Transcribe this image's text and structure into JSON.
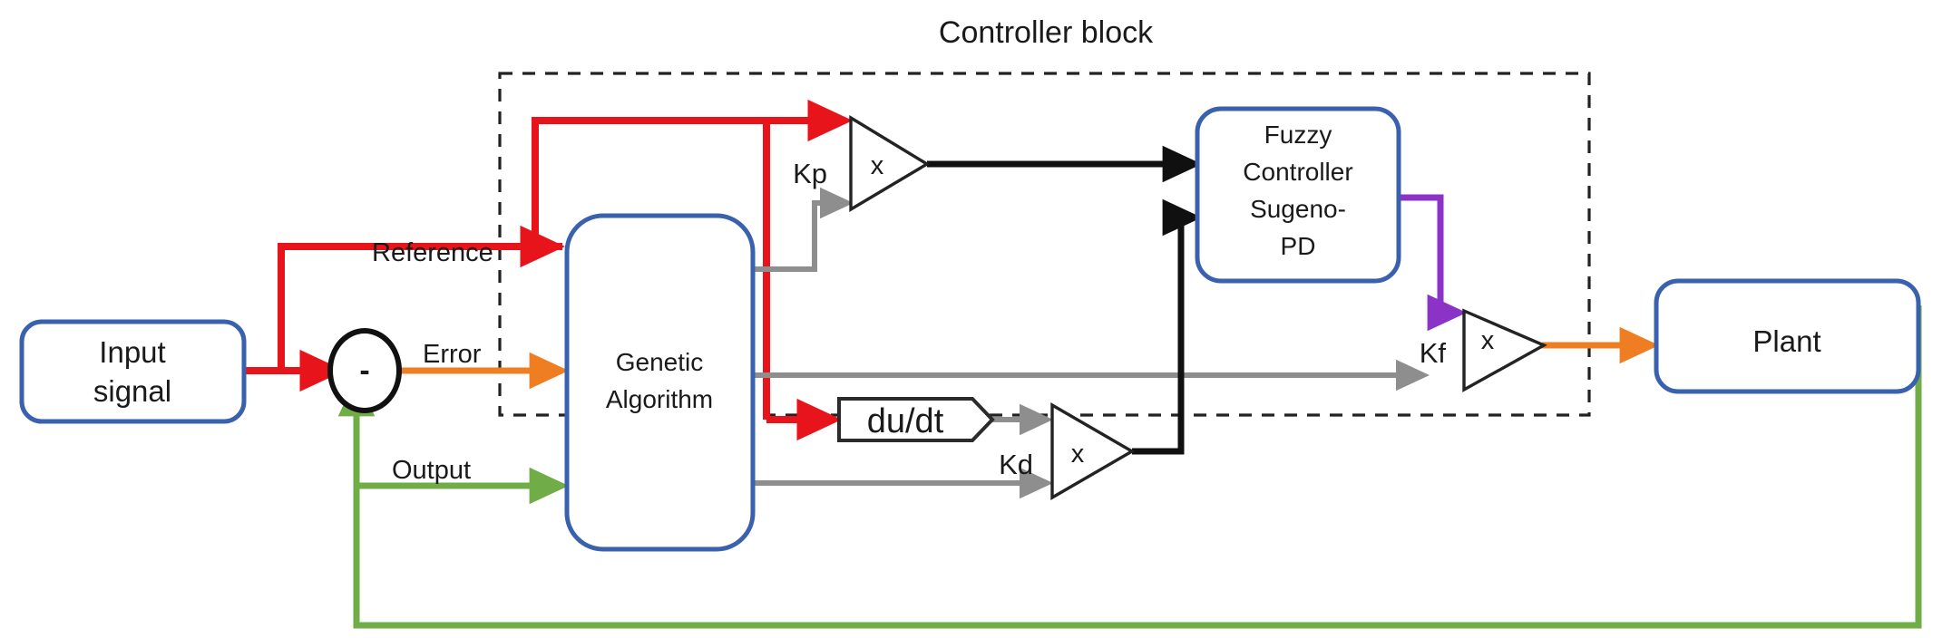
{
  "diagram": {
    "title": "Controller block",
    "blocks": {
      "input_signal": {
        "line1": "Input",
        "line2": "signal"
      },
      "summing_junction": {
        "sign": "-"
      },
      "genetic_algorithm": {
        "line1": "Genetic",
        "line2": "Algorithm"
      },
      "fuzzy_controller": {
        "line1": "Fuzzy",
        "line2": "Controller",
        "line3": "Sugeno-",
        "line4": "PD"
      },
      "derivative": {
        "label": "du/dt"
      },
      "plant": {
        "label": "Plant"
      }
    },
    "gains": {
      "kp": {
        "label": "Kp",
        "operator": "x"
      },
      "kd": {
        "label": "Kd",
        "operator": "x"
      },
      "kf": {
        "label": "Kf",
        "operator": "x"
      }
    },
    "signals": {
      "reference": "Reference",
      "error": "Error",
      "output": "Output"
    },
    "colors": {
      "reference_wire": "#e8141b",
      "error_wire": "#ef7d22",
      "output_wire": "#70ad47",
      "gain_wire": "#8e8e8e",
      "control_wire": "#101010",
      "fuzzy_out_wire": "#8b33c7",
      "plant_in_wire": "#ef7d22",
      "block_border": "#3a61ad",
      "dashed_border": "#222222"
    }
  }
}
